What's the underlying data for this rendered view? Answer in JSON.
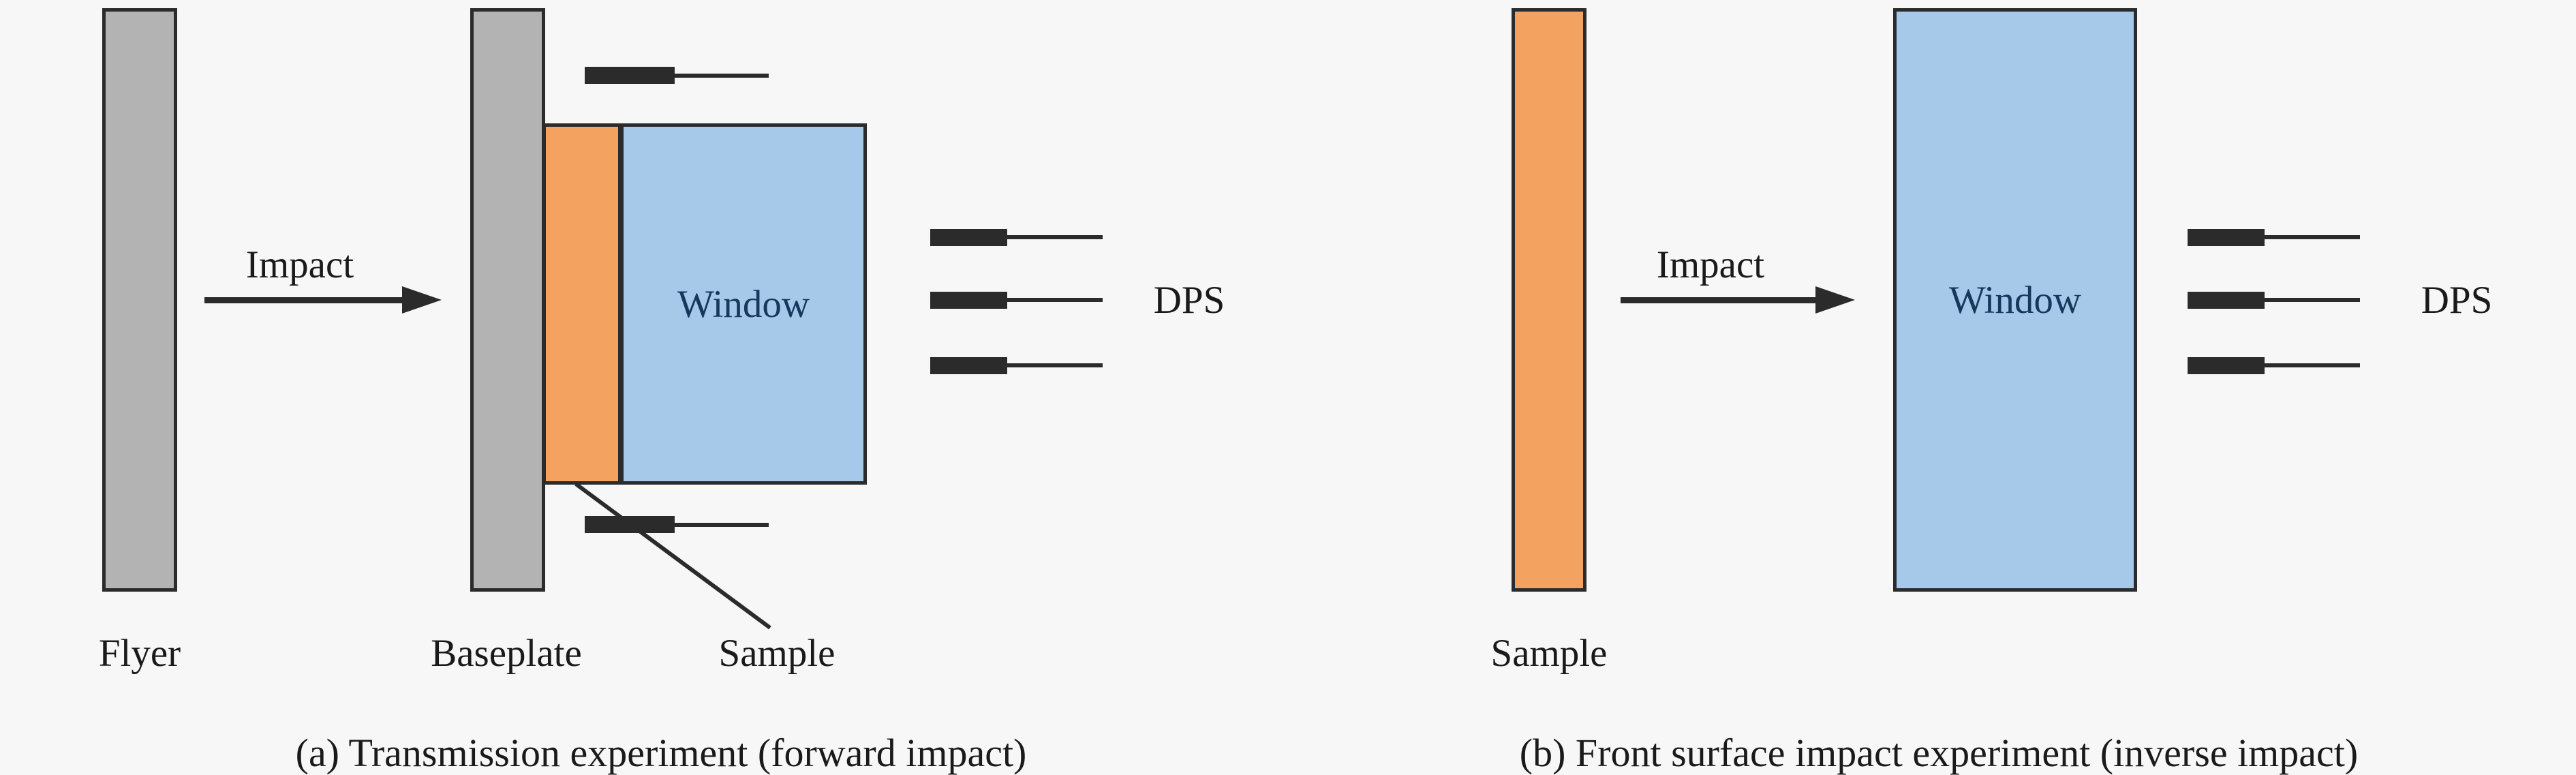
{
  "colors": {
    "background": "#f7f7f7",
    "gray_fill": "#b3b3b3",
    "orange_fill": "#f3a35f",
    "blue_fill": "#a7c9e9",
    "outline": "#2b2b2b",
    "window_text": "#17375e",
    "text": "#1a1a1a"
  },
  "panel_a": {
    "labels": {
      "flyer": "Flyer",
      "impact": "Impact",
      "baseplate": "Baseplate",
      "sample": "Sample",
      "window": "Window",
      "dps": "DPS"
    },
    "caption": "(a) Transmission experiment (forward impact)"
  },
  "panel_b": {
    "labels": {
      "sample": "Sample",
      "impact": "Impact",
      "window": "Window",
      "dps": "DPS"
    },
    "caption": "(b) Front surface impact experiment (inverse impact)"
  }
}
